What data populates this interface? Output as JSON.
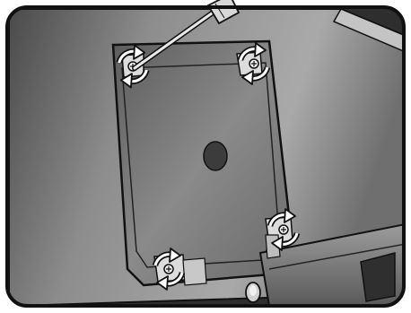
{
  "illustration": {
    "subject": "monitor-back-vesa-mount-plate",
    "screws": [
      {
        "id": "top-left",
        "action": "unscrew",
        "tool": "screwdriver"
      },
      {
        "id": "top-right",
        "action": "unscrew"
      },
      {
        "id": "bottom-right",
        "action": "unscrew"
      },
      {
        "id": "bottom-left",
        "action": "unscrew"
      }
    ],
    "icons": [
      "screwdriver-icon",
      "rotate-arrows-icon",
      "screw-icon",
      "center-hole-icon"
    ],
    "colors": {
      "panel_dark": "#3f3f3f",
      "panel_light": "#a8a8a8",
      "plate": "#7a7a7a",
      "outline": "#111111",
      "arrow_fill": "#ffffff",
      "background": "#ffffff"
    }
  }
}
